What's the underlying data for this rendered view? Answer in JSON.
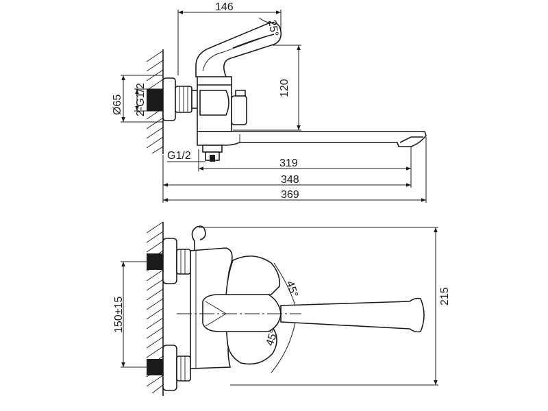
{
  "dimensions": {
    "top_width": "146",
    "angle_top": "25°",
    "height_120": "120",
    "diameter": "Ø65",
    "inlet_thread": "2-G1/2",
    "outlet_thread": "G1/2",
    "len_319": "319",
    "len_348": "348",
    "len_369": "369",
    "spacing": "150±15",
    "height_215": "215",
    "angle_upper": "45°",
    "angle_lower": "45°"
  }
}
